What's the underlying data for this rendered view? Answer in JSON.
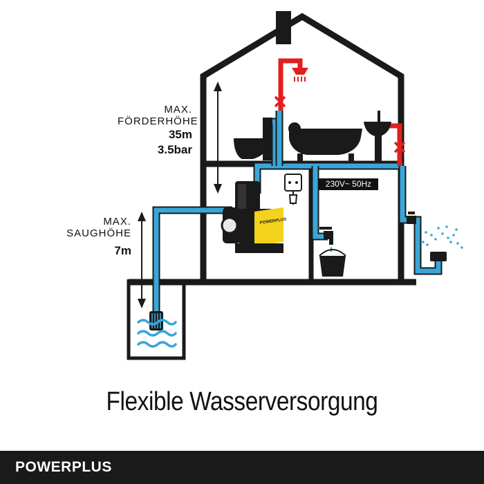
{
  "diagram": {
    "delivery_head": {
      "title_line1": "MAX.",
      "title_line2": "FÖRDERHÖHE",
      "height_value": "35m",
      "pressure_value": "3.5bar"
    },
    "suction_head": {
      "title_line1": "MAX.",
      "title_line2": "SAUGHÖHE",
      "depth_value": "7m"
    },
    "power_label": "230V~ 50Hz",
    "pump_brand_label": "POWERPLUS",
    "caption": "Flexible Wasserversorgung"
  },
  "footer": {
    "brand": "POWERPLUS"
  },
  "colors": {
    "water_pipe": "#3aa6d8",
    "hot_pipe": "#e02020",
    "outline": "#1a1a1a",
    "pump_yellow": "#f2d21b"
  }
}
